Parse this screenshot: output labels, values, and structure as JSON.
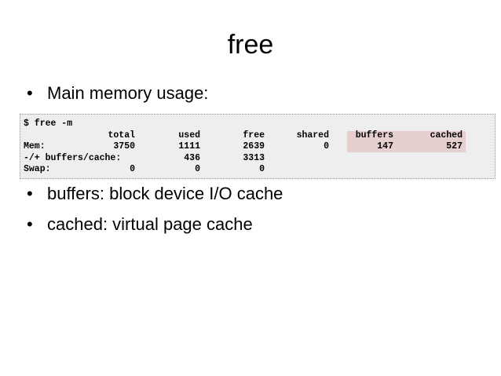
{
  "title": "free",
  "bullets": [
    "Main memory usage:",
    "buffers: block device I/O cache",
    "cached: virtual page cache"
  ],
  "terminal": {
    "command": "$ free -m",
    "headers": [
      "total",
      "used",
      "free",
      "shared",
      "buffers",
      "cached"
    ],
    "rows": [
      {
        "label": "Mem:",
        "values": [
          "3750",
          "1111",
          "2639",
          "0",
          "147",
          "527"
        ]
      },
      {
        "label": "-/+ buffers/cache:",
        "values": [
          "",
          "436",
          "3313",
          "",
          "",
          ""
        ]
      },
      {
        "label": "Swap:",
        "values": [
          "0",
          "0",
          "0",
          "",
          "",
          ""
        ]
      }
    ],
    "highlight_color": "#e6cfcf"
  }
}
